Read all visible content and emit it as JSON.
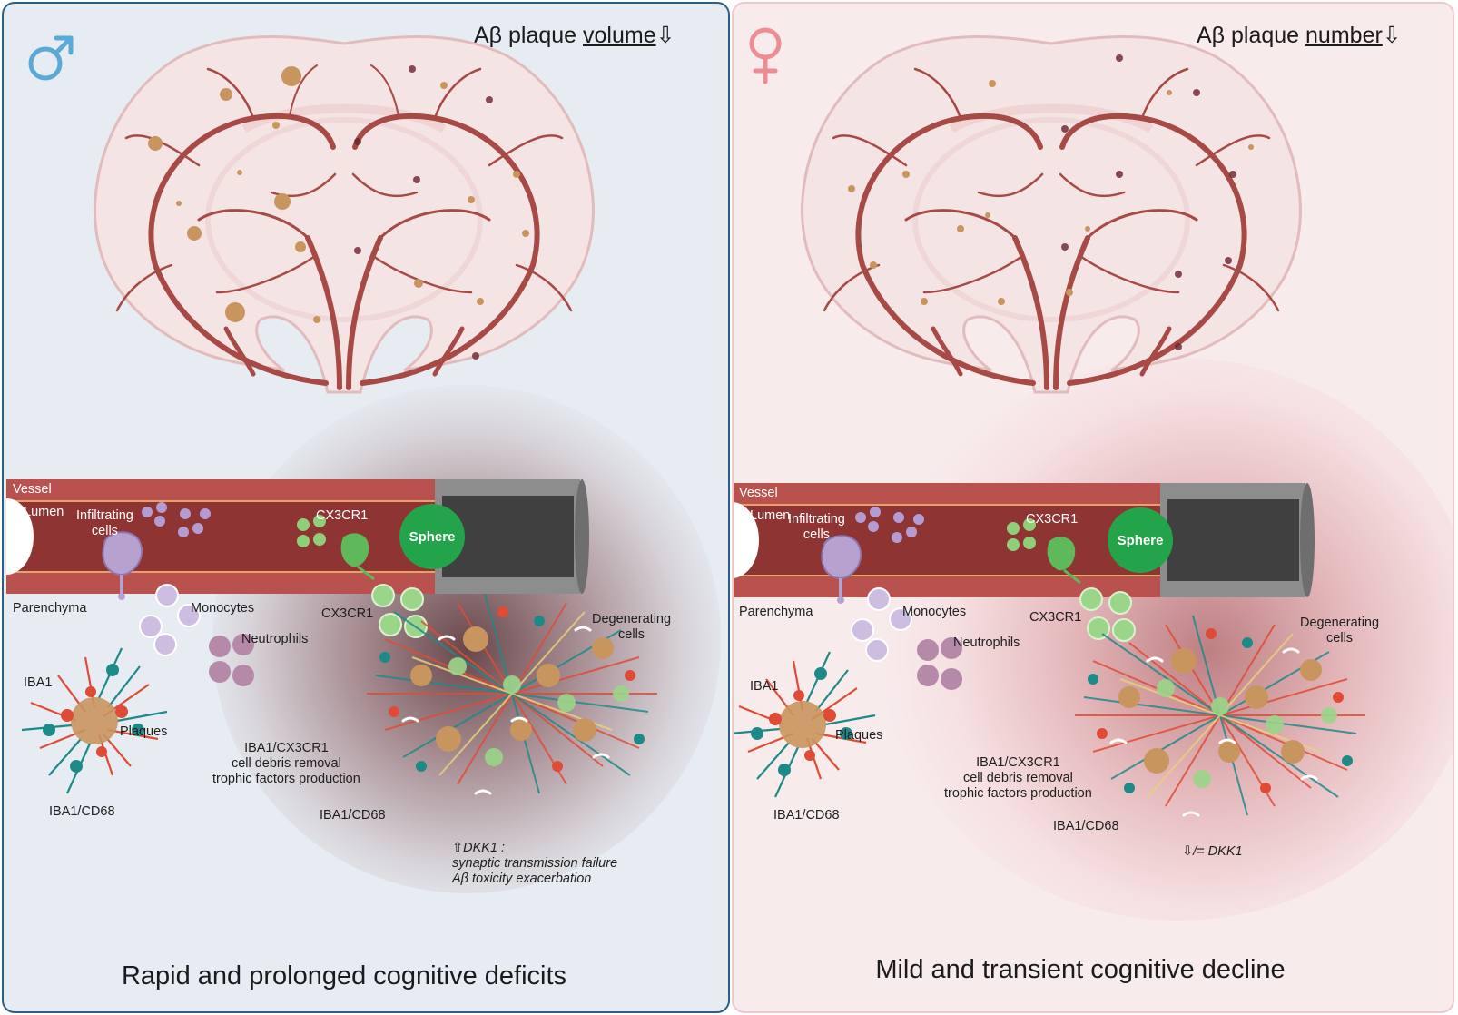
{
  "male": {
    "symbol": "♂",
    "headline_prefix": "Aβ plaque ",
    "headline_key": "volume",
    "headline_arrow": "⇩",
    "labels": {
      "vessel": "Vessel",
      "lumen": "Lumen",
      "infiltrating": "Infiltrating\ncells",
      "cx3cr1_top": "CX3CR1",
      "sphere": "Sphere",
      "parenchyma": "Parenchyma",
      "monocytes": "Monocytes",
      "cx3cr1_mid": "CX3CR1",
      "degenerating": "Degenerating\ncells",
      "neutrophils": "Neutrophils",
      "iba1": "IBA1",
      "plaques": "Plaques",
      "iba1_cx3cr1": "IBA1/CX3CR1\ncell debris removal\ntrophic factors production",
      "iba1_cd68_left": "IBA1/CD68",
      "iba1_cd68_right": "IBA1/CD68",
      "dkk1": "⇧DKK1 :\nsynaptic transmission failure\nAβ toxicity exacerbation"
    },
    "conclusion": "Rapid and prolonged cognitive deficits"
  },
  "female": {
    "symbol": "♀",
    "headline_prefix": "Aβ plaque ",
    "headline_key": "number",
    "headline_arrow": "⇩",
    "labels": {
      "vessel": "Vessel",
      "lumen": "Lumen",
      "infiltrating": "Infiltrating\ncells",
      "cx3cr1_top": "CX3CR1",
      "sphere": "Sphere",
      "parenchyma": "Parenchyma",
      "monocytes": "Monocytes",
      "cx3cr1_mid": "CX3CR1",
      "degenerating": "Degenerating\ncells",
      "neutrophils": "Neutrophils",
      "iba1": "IBA1",
      "plaques": "Plaques",
      "iba1_cx3cr1": "IBA1/CX3CR1\ncell debris removal\ntrophic factors production",
      "iba1_cd68_left": "IBA1/CD68",
      "iba1_cd68_right": "IBA1/CD68",
      "dkk1": "⇩/= DKK1"
    },
    "conclusion": "Mild and transient cognitive decline"
  },
  "colors": {
    "male_accent": "#5aa9d6",
    "female_accent": "#ee8c94",
    "vessel_wall": "#b9524f",
    "vessel_lumen": "#8e3433",
    "sphere_green": "#24a44a",
    "blood_vessel": "#a74a45",
    "plaque": "#c9955e"
  },
  "icons": [
    "male-symbol-icon",
    "female-symbol-icon",
    "brain-vasculature-icon",
    "blood-vessel-icon",
    "sphere-device-icon",
    "microglia-cell-icon",
    "monocyte-icon",
    "neutrophil-icon",
    "cx3cr1-cell-icon",
    "amyloid-plaque-icon"
  ]
}
